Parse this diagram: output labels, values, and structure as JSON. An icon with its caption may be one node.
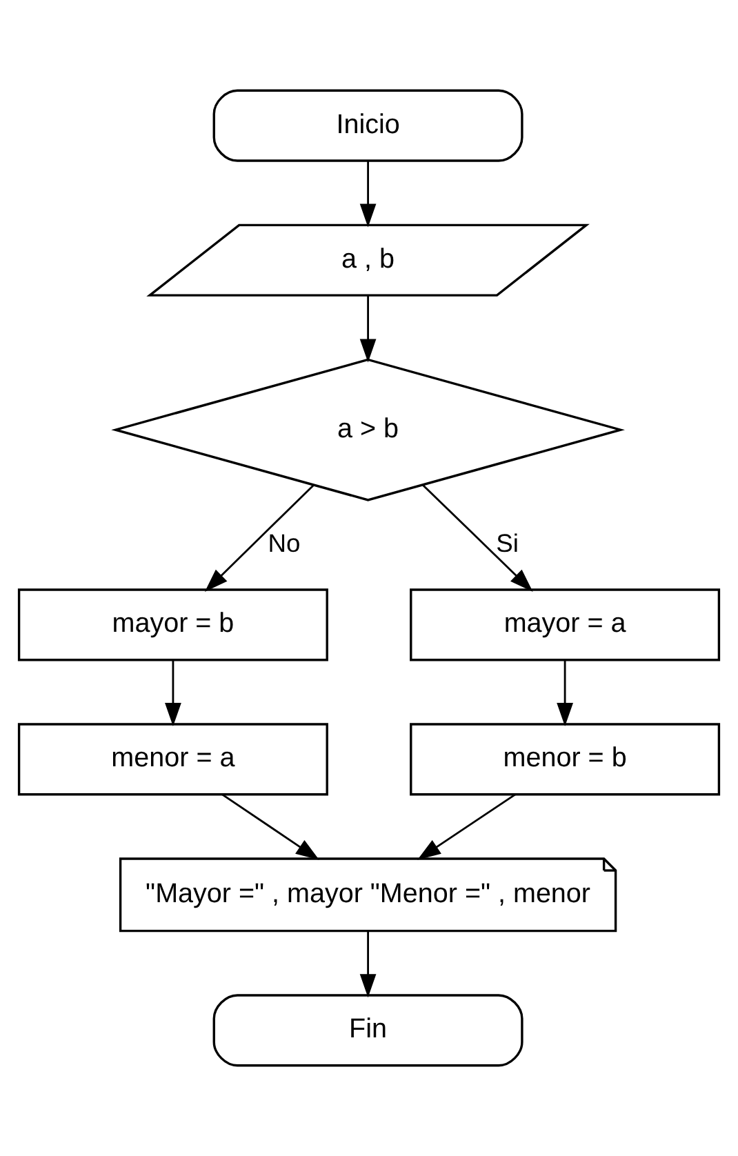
{
  "diagram": {
    "nodes": [
      {
        "text": [
          "Inicio"
        ]
      },
      {
        "text": [
          "a , b"
        ]
      },
      {
        "text": [
          "a > b"
        ]
      },
      {
        "text": [
          "mayor = b"
        ]
      },
      {
        "text": [
          "menor = a"
        ]
      },
      {
        "text": [
          "mayor = a"
        ]
      },
      {
        "text": [
          "menor = b"
        ]
      },
      {
        "text": [
          "\"Mayor =\" , mayor \"Menor =\" , menor"
        ]
      },
      {
        "text": [
          "Fin"
        ]
      }
    ],
    "edges": [
      {
        "from": 0,
        "to": 1,
        "arrow": "to"
      },
      {
        "from": 1,
        "to": 2,
        "arrow": "to"
      },
      {
        "from": 2,
        "to": 3,
        "arrow": "to",
        "label": "No"
      },
      {
        "from": 3,
        "to": 4,
        "arrow": "to"
      },
      {
        "from": 2,
        "to": 5,
        "arrow": "to",
        "label": "Si"
      },
      {
        "from": 5,
        "to": 6,
        "arrow": "to"
      },
      {
        "from": 4,
        "to": 7,
        "arrow": "to"
      },
      {
        "from": 6,
        "to": 7,
        "arrow": "to"
      },
      {
        "from": 7,
        "to": 8,
        "arrow": "to"
      }
    ]
  }
}
